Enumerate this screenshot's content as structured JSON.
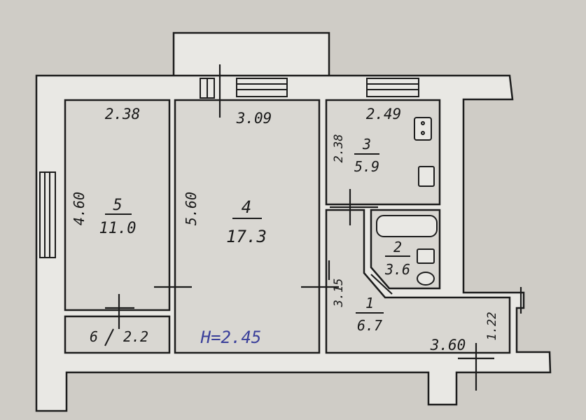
{
  "plan": {
    "colors": {
      "background": "#cfccc6",
      "wall_fill": "#e9e8e4",
      "line": "#1c1c1c",
      "height_label": "#3a3f9a"
    },
    "rooms": [
      {
        "number": "5",
        "area": "11.0"
      },
      {
        "number": "4",
        "area": "17.3"
      },
      {
        "number": "3",
        "area": "5.9"
      },
      {
        "number": "2",
        "area": "3.6"
      },
      {
        "number": "1",
        "area": "6.7"
      },
      {
        "number": "6",
        "area": "2.2"
      }
    ],
    "dimensions": {
      "room5_width": "2.38",
      "room5_length": "4.60",
      "room4_width": "3.09",
      "room4_length": "5.60",
      "room3_width": "2.49",
      "room3_length": "2.38",
      "room1_length": "3.15",
      "corridor_width": "3.60",
      "corridor_depth": "1.22"
    },
    "ceiling_height": "H=2.45"
  }
}
